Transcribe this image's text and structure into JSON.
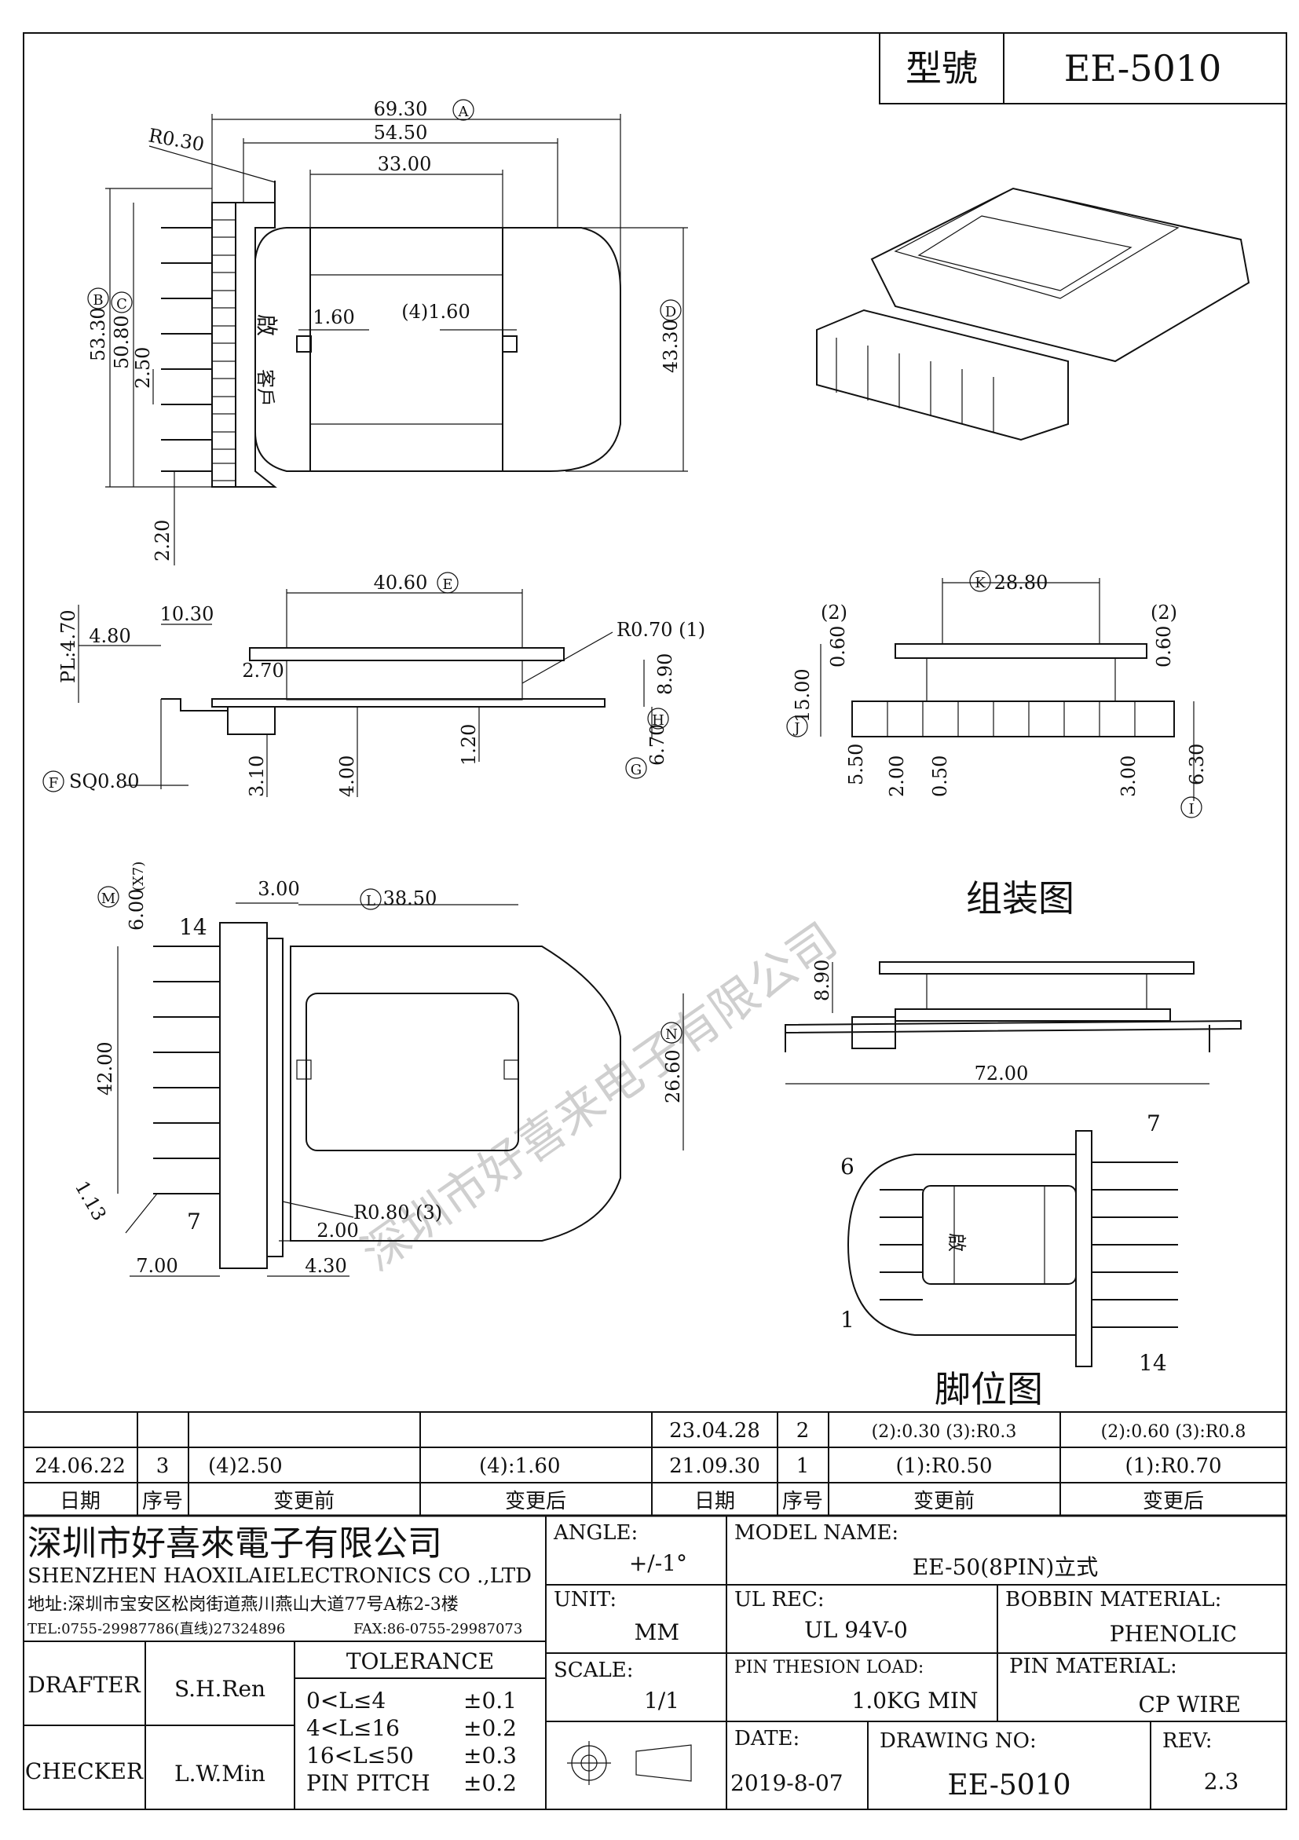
{
  "header": {
    "model_label": "型號",
    "model_value": "EE-5010"
  },
  "top_view": {
    "dims": {
      "width_total": "69.30",
      "mark_a": "A",
      "width_mid": "54.50",
      "width_window": "33.00",
      "radius": "R0.30",
      "height_total": "53.30",
      "mark_b": "B",
      "height_2": "50.80",
      "mark_c": "C",
      "pitch": "2.50",
      "bottom_offset": "2.20",
      "slot_left": "1.60",
      "slot_right": "(4)1.60",
      "height_right": "43.30",
      "mark_d": "D"
    },
    "marks": [
      "啟",
      "客戶"
    ]
  },
  "side_view": {
    "dims": {
      "length": "40.60",
      "mark_e": "E",
      "d_10_30": "10.30",
      "pl": "PL:4.70",
      "d_4_80": "4.80",
      "d_2_70": "2.70",
      "radius_1": "R0.70 (1)",
      "d_8_90": "8.90",
      "d_6_70": "6.70",
      "mark_g": "G",
      "mark_h": "H",
      "d_1_20": "1.20",
      "d_3_10": "3.10",
      "d_4_00": "4.00",
      "sq": "SQ0.80",
      "mark_f": "F"
    }
  },
  "front_view": {
    "dims": {
      "width": "28.80",
      "mark_k": "K",
      "note_2_left": "(2)",
      "note_2_right": "(2)",
      "d_0_60_left": "0.60",
      "d_0_60_right": "0.60",
      "d_15_00": "15.00",
      "mark_j": "J",
      "d_5_50": "5.50",
      "d_2_00": "2.00",
      "d_0_50": "0.50",
      "d_3_00": "3.00",
      "d_6_30": "6.30",
      "mark_i": "I"
    }
  },
  "bottom_view": {
    "dims": {
      "pin_len": "6.00",
      "pin_count": "(X7)",
      "mark_m": "M",
      "d_3_00": "3.00",
      "d_38_50": "38.50",
      "mark_l": "L",
      "pin_14": "14",
      "pin_7": "7",
      "d_42_00": "42.00",
      "d_26_60": "26.60",
      "mark_n": "N",
      "d_1_13": "1.13",
      "radius_3": "R0.80 (3)",
      "d_2_00": "2.00",
      "d_7_00": "7.00",
      "d_4_30": "4.30"
    }
  },
  "assembly": {
    "title": "组装图",
    "d_8_90": "8.90",
    "d_72_00": "72.00"
  },
  "pin_layout": {
    "title": "脚位图",
    "pin_1": "1",
    "pin_6": "6",
    "pin_7": "7",
    "pin_14": "14",
    "mark": "啟"
  },
  "watermark": "深圳市好喜来电子有限公司",
  "revision_table": {
    "row1": {
      "date_r": "23.04.28",
      "seq_r": "2",
      "before_r": "(2):0.30    (3):R0.3",
      "after_r": "(2):0.60  (3):R0.8"
    },
    "row2": {
      "date_l": "24.06.22",
      "seq_l": "3",
      "before_l": "(4)2.50",
      "after_l": "(4):1.60",
      "date_r": "21.09.30",
      "seq_r": "1",
      "before_r": "(1):R0.50",
      "after_r": "(1):R0.70"
    },
    "headers": {
      "date": "日期",
      "seq": "序号",
      "before": "变更前",
      "after": "变更后"
    }
  },
  "title_block": {
    "company_cn": "深圳市好喜來電子有限公司",
    "company_en": "SHENZHEN HAOXILAIELECTRONICS CO .,LTD",
    "address": "地址:深圳市宝安区松岗街道燕川燕山大道77号A栋2-3楼",
    "tel": "TEL:0755-29987786(直线)27324896",
    "fax": "FAX:86-0755-29987073",
    "drafter_label": "DRAFTER",
    "drafter": "S.H.Ren",
    "checker_label": "CHECKER",
    "checker": "L.W.Min",
    "tolerance_title": "TOLERANCE",
    "tolerances": [
      {
        "range": "0<L≤4",
        "value": "±0.1"
      },
      {
        "range": "4<L≤16",
        "value": "±0.2"
      },
      {
        "range": "16<L≤50",
        "value": "±0.3"
      },
      {
        "range": "PIN PITCH",
        "value": "±0.2"
      }
    ],
    "angle_label": "ANGLE:",
    "angle": "+/-1°",
    "unit_label": "UNIT:",
    "unit": "MM",
    "scale_label": "SCALE:",
    "scale": "1/1",
    "model_name_label": "MODEL NAME:",
    "model_name": "EE-50(8PIN)立式",
    "ul_label": "UL REC:",
    "ul": "UL 94V-0",
    "bobbin_label": "BOBBIN MATERIAL:",
    "bobbin": "PHENOLIC",
    "pin_load_label": "PIN THESION LOAD:",
    "pin_load": "1.0KG MIN",
    "pin_mat_label": "PIN MATERIAL:",
    "pin_mat": "CP   WIRE",
    "date_label": "DATE:",
    "date": "2019-8-07",
    "drawing_no_label": "DRAWING NO:",
    "drawing_no": "EE-5010",
    "rev_label": "REV:",
    "rev": "2.3"
  }
}
